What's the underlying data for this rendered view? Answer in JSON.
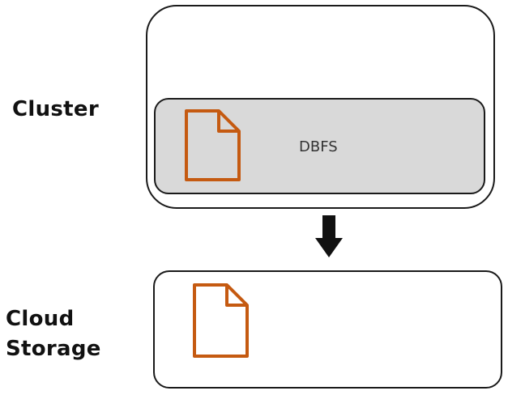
{
  "labels": {
    "cluster": "Cluster",
    "cloud_storage_line1": "Cloud",
    "cloud_storage_line2": "Storage"
  },
  "dbfs": {
    "label": "DBFS"
  },
  "icons": {
    "cluster_file": "file-icon",
    "cloud_file": "file-icon",
    "arrow": "arrow-down-icon"
  },
  "colors": {
    "file_icon": "#c55a11",
    "dbfs_fill": "#d9d9d9",
    "border": "#1a1a1a",
    "arrow": "#111111"
  }
}
